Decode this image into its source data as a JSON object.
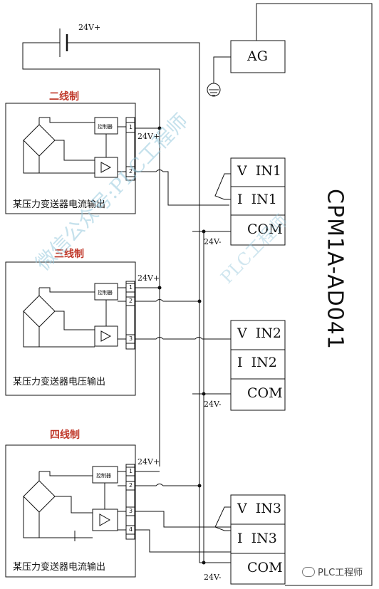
{
  "battery": {
    "label": "24V+"
  },
  "ag": {
    "label": "AG"
  },
  "module": {
    "label": "CPM1A-AD041"
  },
  "sections": [
    {
      "title": "二线制",
      "caption": "某压力变送器电流输出",
      "controller": "控制器",
      "pins": [
        "1",
        "2"
      ],
      "supply": "24V+"
    },
    {
      "title": "三线制",
      "caption": "某压力变送器电压输出",
      "controller": "控制器",
      "pins": [
        "1",
        "2",
        "3"
      ],
      "supply": "24V+"
    },
    {
      "title": "四线制",
      "caption": "某压力变送器电流输出",
      "controller": "控制器",
      "pins": [
        "1",
        "2",
        "3",
        "4"
      ],
      "supply": "24V+"
    }
  ],
  "terminals": [
    {
      "rows": [
        "V  IN1",
        "I  IN1",
        "COM"
      ],
      "supply": "24V-"
    },
    {
      "rows": [
        "V  IN2",
        "I  IN2",
        "COM"
      ],
      "supply": "24V-"
    },
    {
      "rows": [
        "V  IN3",
        "I  IN3",
        "COM"
      ],
      "supply": "24V-"
    }
  ],
  "watermark": "微信公众号:PLC工程师",
  "watermark2": "PLC工程师",
  "brand": "PLC工程师"
}
